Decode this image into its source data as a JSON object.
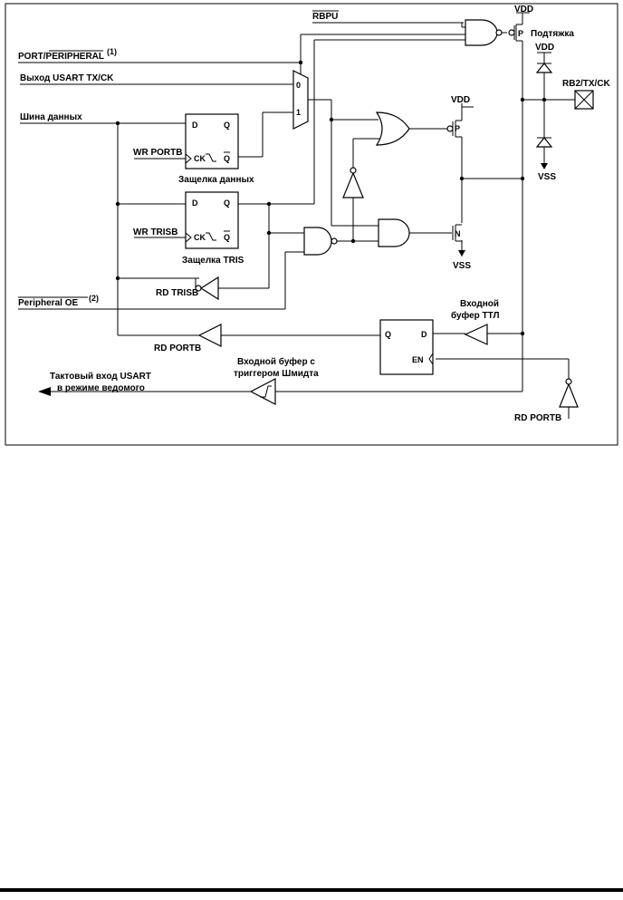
{
  "labels": {
    "rbpu": "RBPU",
    "vdd_top": "VDD",
    "pullup": "Подтяжка",
    "port_peripheral": "PORT/PERIPHERAL",
    "note1": "(1)",
    "usart_out": "Выход  USART TX/CK",
    "data_bus": "Шина данных",
    "vdd_diode": "VDD",
    "pin_name": "RB2/TX/CK",
    "vss_diode": "VSS",
    "wr_portb": "WR PORTB",
    "data_latch": "Защелка данных",
    "vdd_pmos": "VDD",
    "wr_trisb": "WR TRISB",
    "vss_nmos": "VSS",
    "tris_latch": "Защелка TRIS",
    "rd_trisb": "RD TRISB",
    "peripheral_oe": "Peripheral OE",
    "note2": "(2)",
    "ttl_buffer_l1": "Входной",
    "ttl_buffer_l2": "буфер ТТЛ",
    "rd_portb_left": "RD PORTB",
    "schmitt_l1": "Входной буфер с",
    "schmitt_l2": "триггером Шмидта",
    "usart_clk_l1": "Тактовый вход USART",
    "usart_clk_l2": "в режиме ведомого",
    "rd_portb_right": "RD PORTB"
  },
  "pins": {
    "d": "D",
    "q": "Q",
    "ck": "CK",
    "qbar": "Q",
    "mux0": "0",
    "mux1": "1",
    "p": "P",
    "n": "N",
    "en": "EN"
  }
}
